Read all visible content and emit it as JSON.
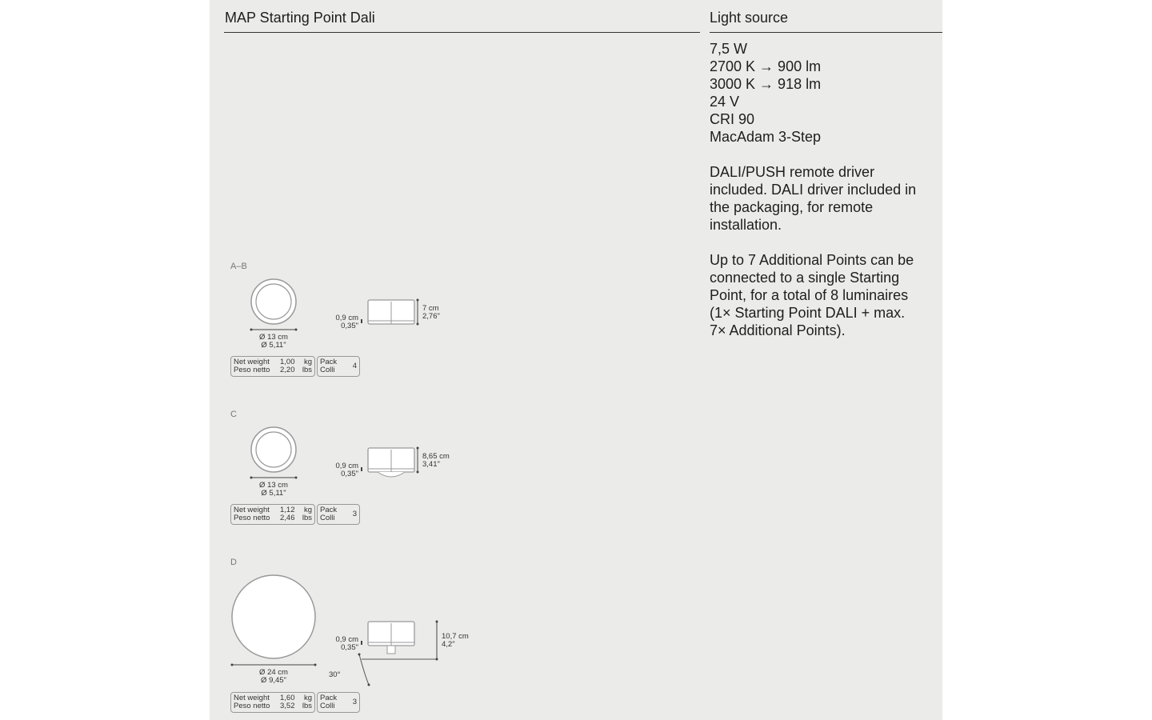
{
  "header": {
    "title": "MAP Starting Point Dali",
    "section": "Light source"
  },
  "specs": {
    "lines": [
      "7,5 W",
      "2700 K → 900 lm",
      "3000 K → 918 lm",
      "24 V",
      "CRI 90",
      "MacAdam 3-Step"
    ],
    "driver": "DALI/PUSH remote driver included. DALI driver included in the packaging, for remote installation.",
    "additional": "Up to 7 Additional Points can be connected to a single Starting Point, for a total of 8 luminaires (1× Starting Point DALI + max. 7× Additional Points)."
  },
  "variants": [
    {
      "label": "A–B",
      "dia_cm": "Ø 13 cm",
      "dia_in": "Ø 5,11\"",
      "base_cm": "0,9 cm",
      "base_in": "0,35\"",
      "h_cm": "7 cm",
      "h_in": "2,76\"",
      "weight_label": "Net weight",
      "weight_label_it": "Peso netto",
      "kg": "1,00",
      "kg_u": "kg",
      "lbs": "2,20",
      "lbs_u": "lbs",
      "pack_label": "Pack",
      "pack_label_it": "Colli",
      "pack": "4"
    },
    {
      "label": "C",
      "dia_cm": "Ø 13 cm",
      "dia_in": "Ø 5,11\"",
      "base_cm": "0,9 cm",
      "base_in": "0,35\"",
      "h_cm": "8,65 cm",
      "h_in": "3,41\"",
      "weight_label": "Net weight",
      "weight_label_it": "Peso netto",
      "kg": "1,12",
      "kg_u": "kg",
      "lbs": "2,46",
      "lbs_u": "lbs",
      "pack_label": "Pack",
      "pack_label_it": "Colli",
      "pack": "3"
    },
    {
      "label": "D",
      "dia_cm": "Ø 24 cm",
      "dia_in": "Ø 9,45\"",
      "base_cm": "0,9 cm",
      "base_in": "0,35\"",
      "h_cm": "10,7 cm",
      "h_in": "4,2\"",
      "angle": "30°",
      "weight_label": "Net weight",
      "weight_label_it": "Peso netto",
      "kg": "1,60",
      "kg_u": "kg",
      "lbs": "3,52",
      "lbs_u": "lbs",
      "pack_label": "Pack",
      "pack_label_it": "Colli",
      "pack": "3"
    }
  ]
}
